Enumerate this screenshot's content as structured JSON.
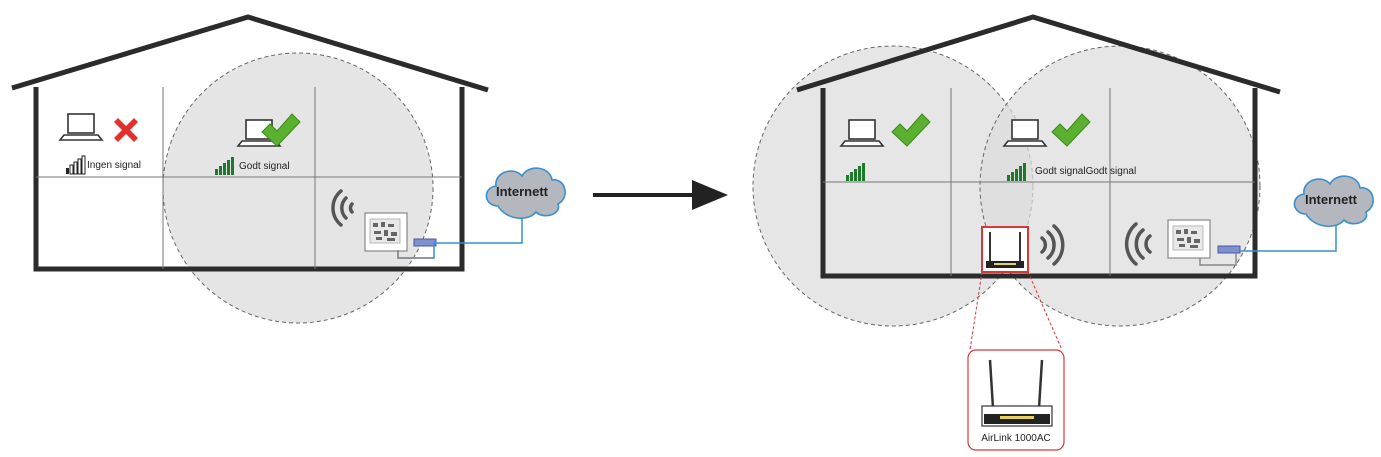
{
  "labels": {
    "no_signal": "Ingen signal",
    "good_signal": "Godt signal",
    "good_signal_left": "Godt signal",
    "good_signal_right": "Godt signal",
    "internet": "Internett",
    "extender_model": "AirLink 1000AC"
  },
  "colors": {
    "coverage_fill": "#dcdcdc",
    "house_stroke": "#2b2b2b",
    "check_green": "#5cb030",
    "cross_red": "#e03030",
    "signal_green": "#1e7a2a",
    "cable_blue": "#3a8fd0",
    "cloud_fill": "#b4b7bd",
    "callout_red": "#d23a3a"
  },
  "icons": [
    "laptop-icon",
    "check-icon",
    "cross-icon",
    "signal-bars-icon",
    "wifi-waves-icon",
    "router-icon",
    "cloud-icon",
    "arrow-right-icon",
    "extender-icon"
  ]
}
